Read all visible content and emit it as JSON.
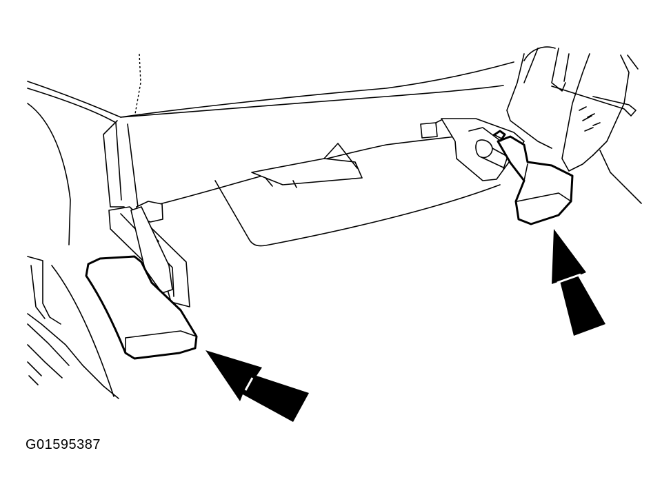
{
  "figure": {
    "id_label": "G01595387",
    "line_color": "#000000",
    "background_color": "#ffffff",
    "callouts": [
      {
        "name": "arrow-front-trim-cover",
        "icon": "arrow-icon"
      },
      {
        "name": "arrow-rear-trim-cover",
        "icon": "arrow-icon"
      }
    ]
  }
}
